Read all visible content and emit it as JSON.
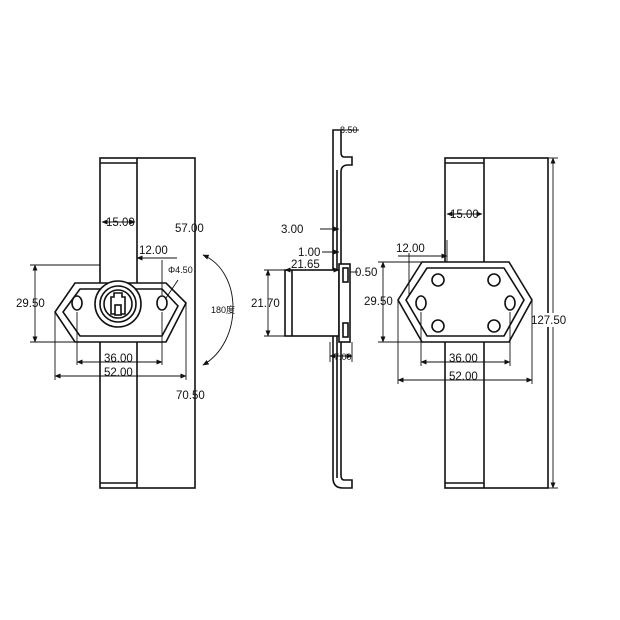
{
  "front_view": {
    "dim_15": "15.00",
    "dim_57": "57.00",
    "dim_12": "12.00",
    "dim_hole": "Φ4.50",
    "dim_rotation": "180度",
    "dim_29_5": "29.50",
    "dim_36": "36.00",
    "dim_52": "52.00",
    "dim_70_5": "70.50"
  },
  "side_view": {
    "dim_8_5": "8.50",
    "dim_3": "3.00",
    "dim_1": "1.00",
    "dim_21_65": "21.65",
    "dim_0_5": "0.50",
    "dim_21_7": "21.70",
    "dim_7": "7.00"
  },
  "back_view": {
    "dim_15": "15.00",
    "dim_12": "12.00",
    "dim_29_5": "29.50",
    "dim_127_5": "127.50",
    "dim_36": "36.00",
    "dim_52": "52.00"
  }
}
